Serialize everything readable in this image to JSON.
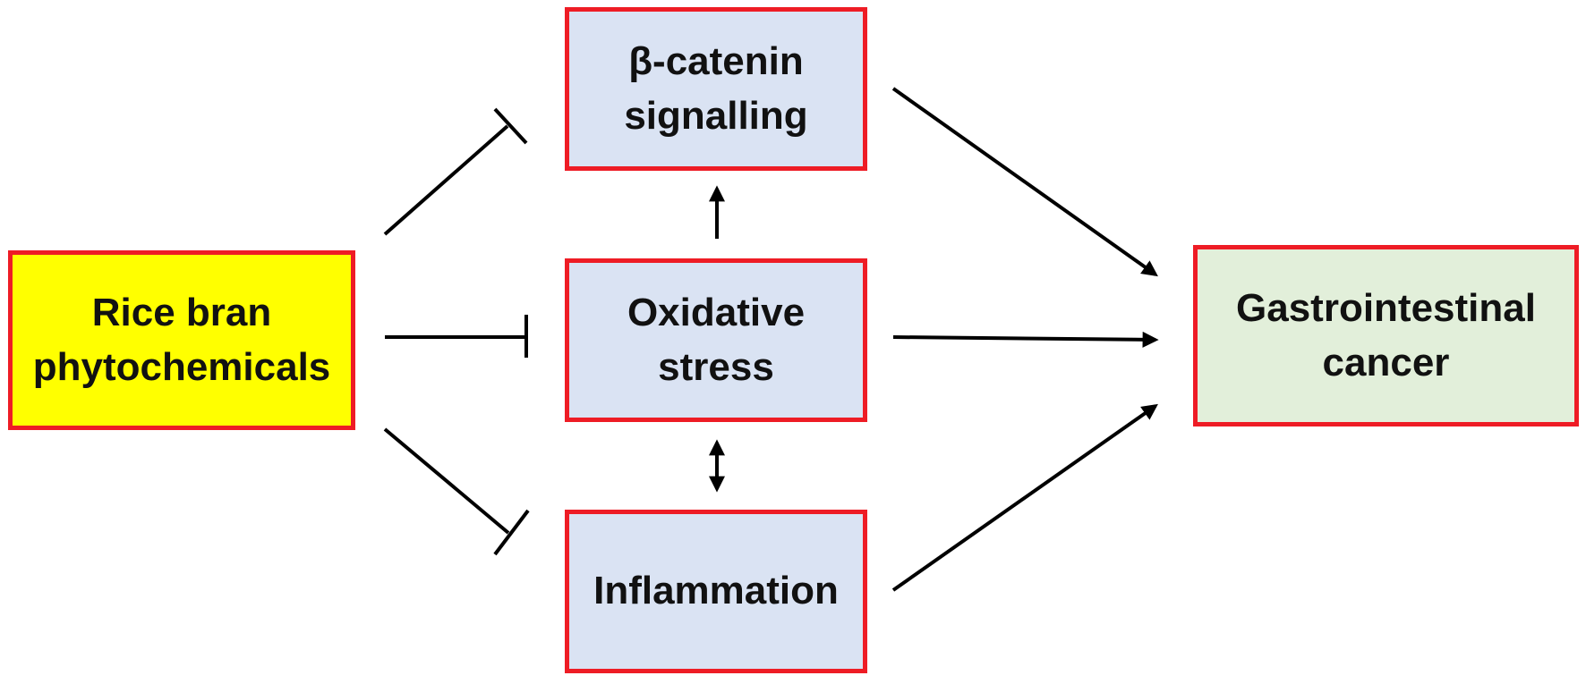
{
  "colors": {
    "border": "#ee1c25",
    "source_fill": "#ffff00",
    "mediator_fill": "#dae3f3",
    "outcome_fill": "#e2efda",
    "edge": "#000000"
  },
  "nodes": {
    "source": {
      "line1": "Rice bran",
      "line2": "phytochemicals"
    },
    "beta_catenin": {
      "line1": "β-catenin",
      "line2": "signalling"
    },
    "oxidative_stress": {
      "line1": "Oxidative",
      "line2": "stress"
    },
    "inflammation": {
      "line1": "Inflammation"
    },
    "outcome": {
      "line1": "Gastrointestinal",
      "line2": "cancer"
    }
  },
  "edges": [
    {
      "from": "source",
      "to": "beta_catenin",
      "type": "inhibits"
    },
    {
      "from": "source",
      "to": "oxidative_stress",
      "type": "inhibits"
    },
    {
      "from": "source",
      "to": "inflammation",
      "type": "inhibits"
    },
    {
      "from": "oxidative_stress",
      "to": "beta_catenin",
      "type": "activates"
    },
    {
      "from": "oxidative_stress",
      "to": "inflammation",
      "type": "bidirectional"
    },
    {
      "from": "beta_catenin",
      "to": "outcome",
      "type": "activates"
    },
    {
      "from": "oxidative_stress",
      "to": "outcome",
      "type": "activates"
    },
    {
      "from": "inflammation",
      "to": "outcome",
      "type": "activates"
    }
  ]
}
